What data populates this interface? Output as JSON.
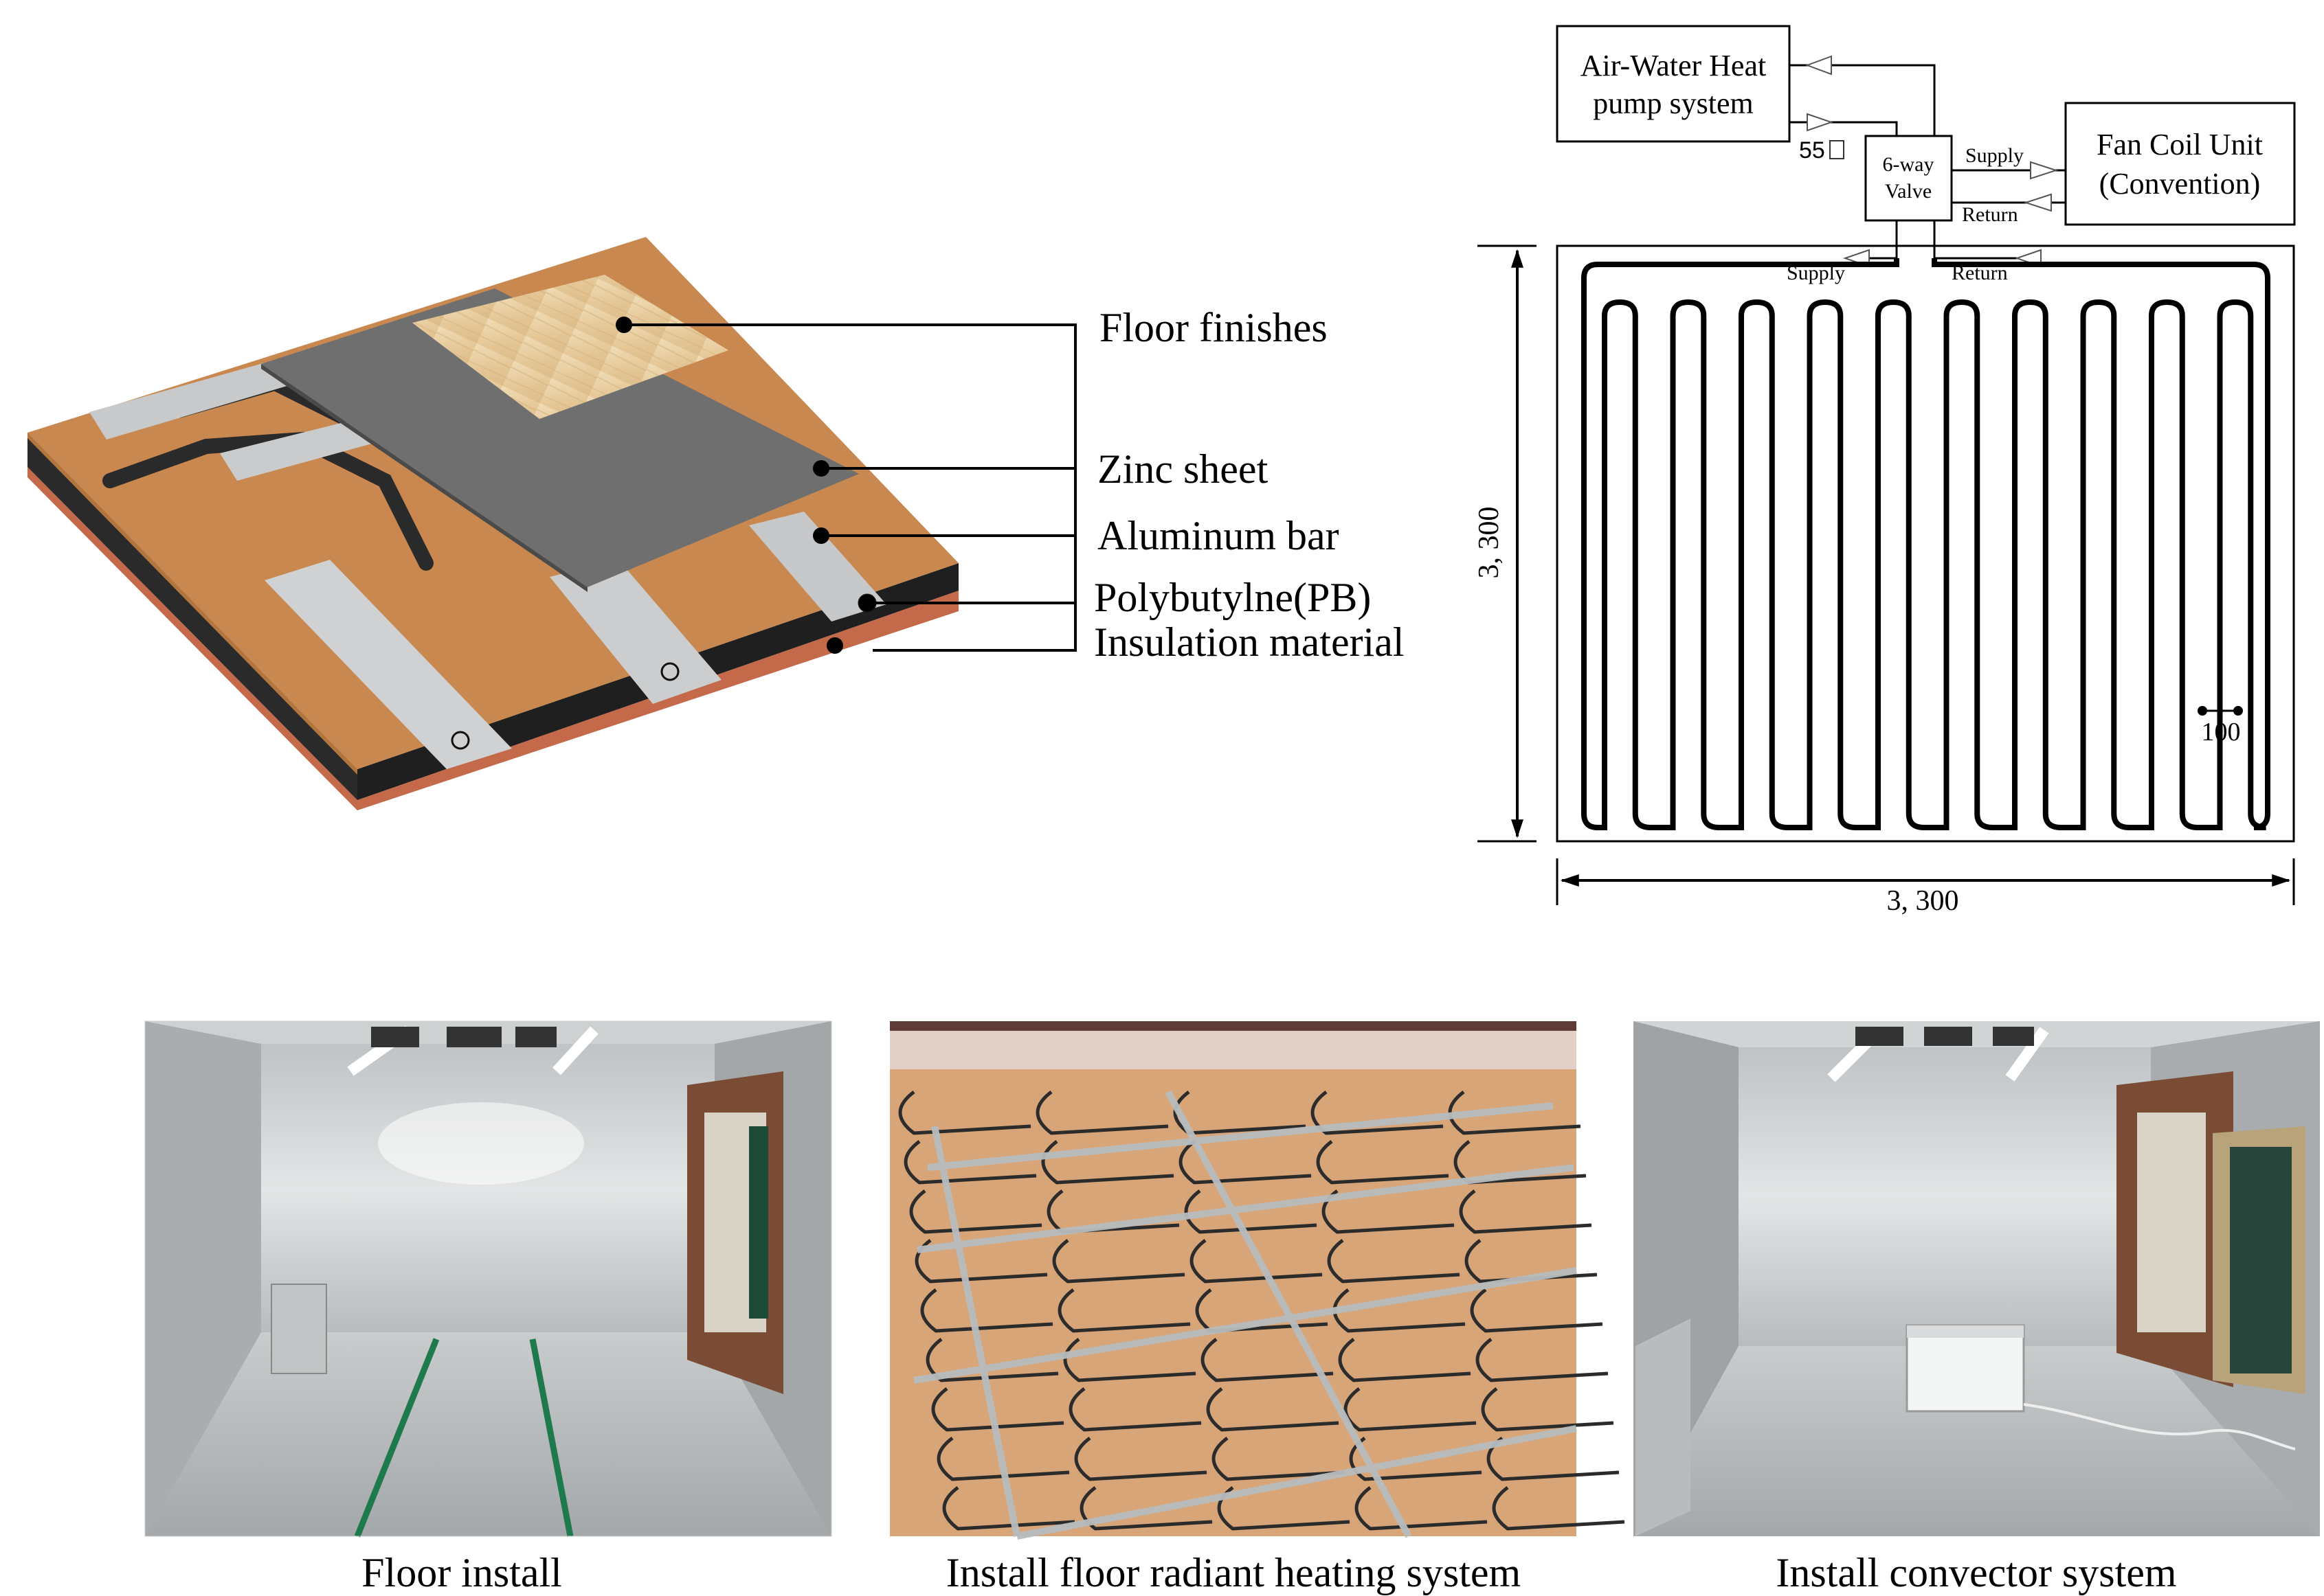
{
  "layers": {
    "floor_finishes": "Floor finishes",
    "zinc_sheet": "Zinc sheet",
    "aluminum_bar": "Aluminum bar",
    "polybutylene": "Polybutylne(PB)",
    "insulation": "Insulation material"
  },
  "schematic": {
    "heat_pump": [
      "Air-Water Heat",
      "pump system"
    ],
    "supply_temp": "55",
    "valve": [
      "6-way",
      "Valve"
    ],
    "fan_coil": [
      "Fan Coil Unit",
      "(Convention)"
    ],
    "supply": "Supply",
    "return": "Return",
    "dim_height": "3, 300",
    "dim_width": "3, 300",
    "pipe_spacing": "100"
  },
  "photos": [
    {
      "caption": "Floor install"
    },
    {
      "caption": "Install floor radiant heating  system"
    },
    {
      "caption": "Install convector system"
    }
  ]
}
